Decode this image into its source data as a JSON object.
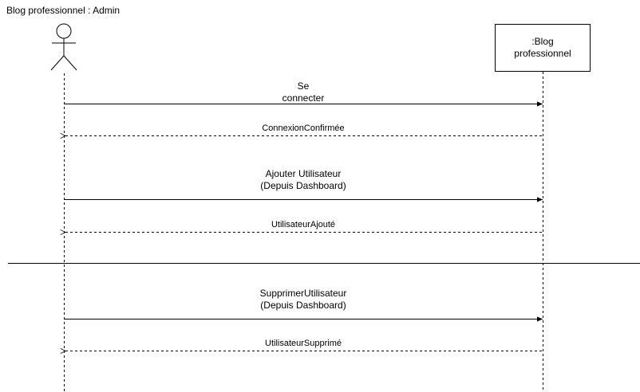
{
  "diagram": {
    "title": "Blog professionnel : Admin",
    "participant": {
      "line1": ":Blog",
      "line2": "professionnel"
    },
    "messages": [
      {
        "line1": "Se",
        "line2": "connecter"
      },
      {
        "reply": "ConnexionConfirmée"
      },
      {
        "line1": "Ajouter Utilisateur",
        "line2": "(Depuis Dashboard)"
      },
      {
        "reply": "UtilisateurAjouté"
      },
      {
        "line1": "SupprimerUtilisateur",
        "line2": "(Depuis Dashboard)"
      },
      {
        "reply": "UtilisateurSupprimé"
      }
    ]
  },
  "colors": {
    "line": "#000000",
    "background": "#ffffff"
  },
  "icons": {
    "actor": "stick-figure-icon"
  }
}
